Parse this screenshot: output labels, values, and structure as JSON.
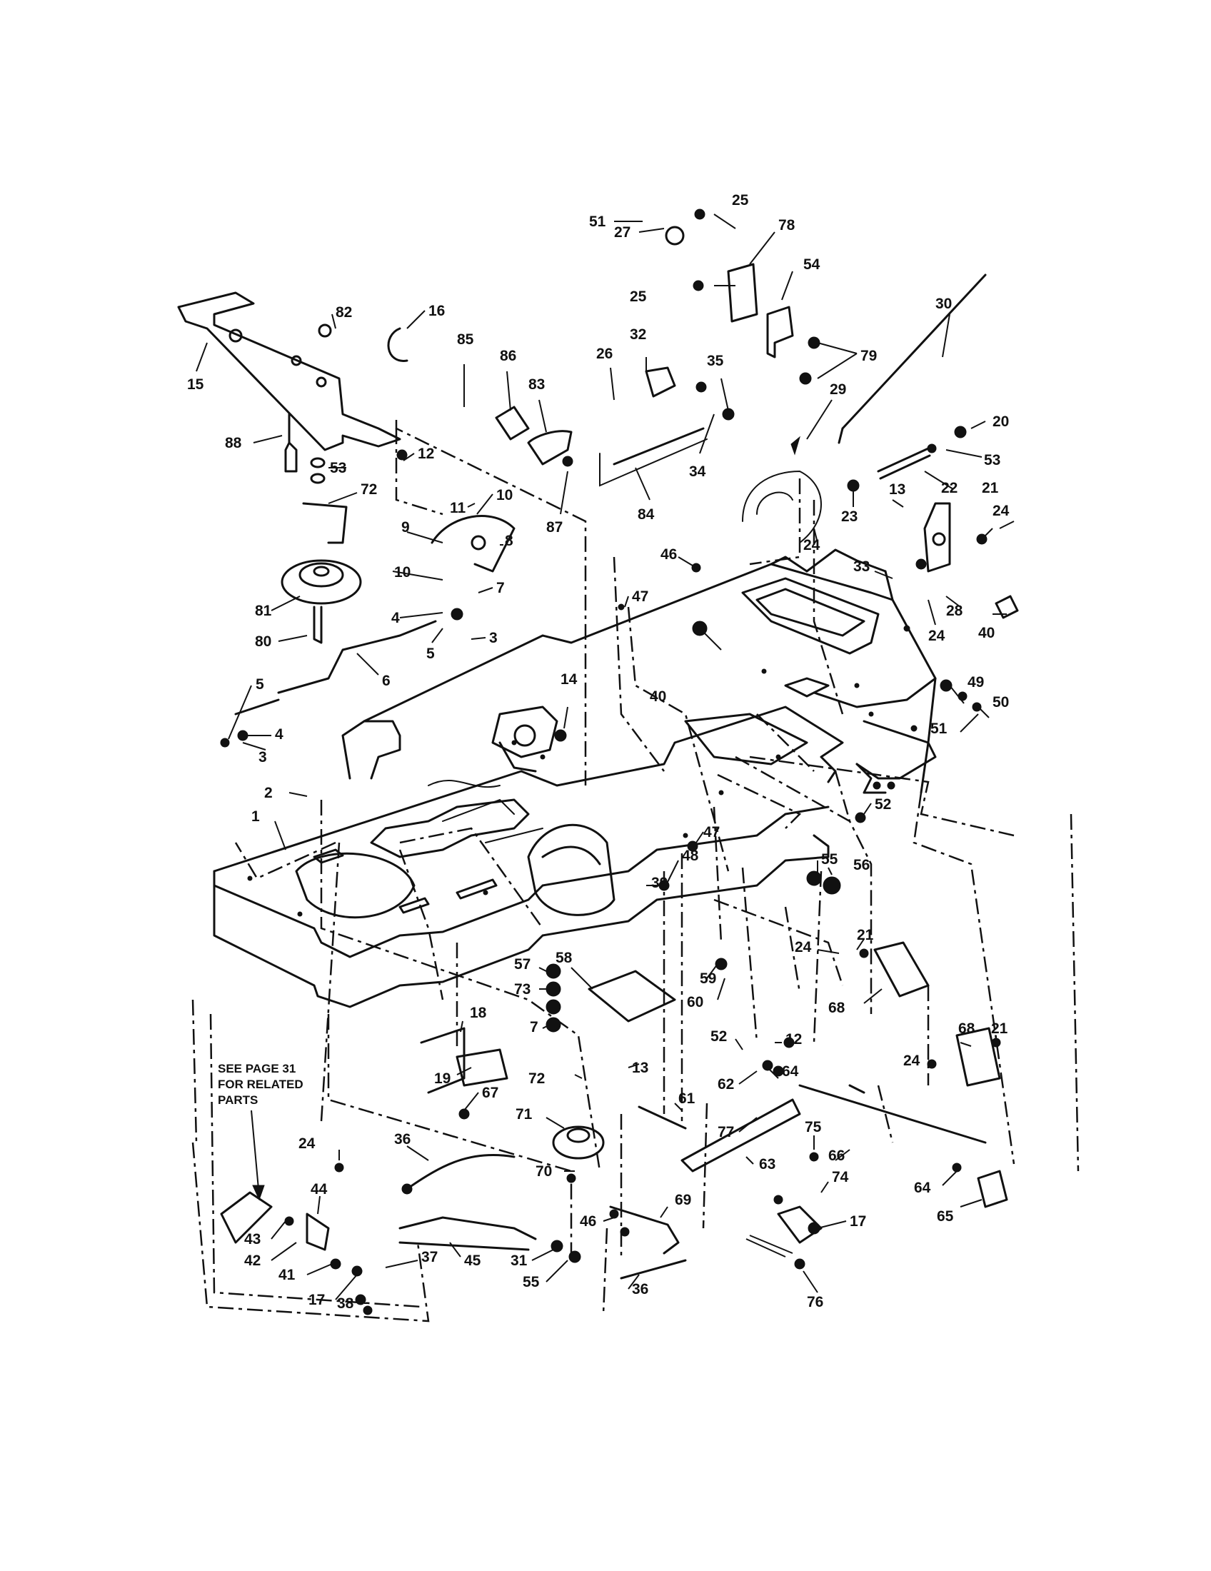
{
  "note": {
    "lines": [
      "SEE PAGE 31",
      "FOR RELATED",
      "PARTS"
    ]
  },
  "callouts": [
    {
      "n": "51"
    },
    {
      "n": "25"
    },
    {
      "n": "27"
    },
    {
      "n": "78"
    },
    {
      "n": "25"
    },
    {
      "n": "54"
    },
    {
      "n": "79"
    },
    {
      "n": "30"
    },
    {
      "n": "82"
    },
    {
      "n": "16"
    },
    {
      "n": "15"
    },
    {
      "n": "85"
    },
    {
      "n": "86"
    },
    {
      "n": "83"
    },
    {
      "n": "26"
    },
    {
      "n": "32"
    },
    {
      "n": "35"
    },
    {
      "n": "29"
    },
    {
      "n": "20"
    },
    {
      "n": "53"
    },
    {
      "n": "22"
    },
    {
      "n": "88"
    },
    {
      "n": "53"
    },
    {
      "n": "12"
    },
    {
      "n": "87"
    },
    {
      "n": "34"
    },
    {
      "n": "84"
    },
    {
      "n": "13"
    },
    {
      "n": "21"
    },
    {
      "n": "24"
    },
    {
      "n": "23"
    },
    {
      "n": "24"
    },
    {
      "n": "72"
    },
    {
      "n": "11"
    },
    {
      "n": "10"
    },
    {
      "n": "9"
    },
    {
      "n": "8"
    },
    {
      "n": "46"
    },
    {
      "n": "33"
    },
    {
      "n": "28"
    },
    {
      "n": "40"
    },
    {
      "n": "24"
    },
    {
      "n": "10"
    },
    {
      "n": "7"
    },
    {
      "n": "81"
    },
    {
      "n": "47"
    },
    {
      "n": "4"
    },
    {
      "n": "3"
    },
    {
      "n": "80"
    },
    {
      "n": "5"
    },
    {
      "n": "6"
    },
    {
      "n": "40"
    },
    {
      "n": "14"
    },
    {
      "n": "49"
    },
    {
      "n": "50"
    },
    {
      "n": "51"
    },
    {
      "n": "5"
    },
    {
      "n": "4"
    },
    {
      "n": "3"
    },
    {
      "n": "2"
    },
    {
      "n": "52"
    },
    {
      "n": "1"
    },
    {
      "n": "47"
    },
    {
      "n": "48"
    },
    {
      "n": "39"
    },
    {
      "n": "55"
    },
    {
      "n": "56"
    },
    {
      "n": "24"
    },
    {
      "n": "21"
    },
    {
      "n": "57"
    },
    {
      "n": "58"
    },
    {
      "n": "59"
    },
    {
      "n": "73"
    },
    {
      "n": "60"
    },
    {
      "n": "18"
    },
    {
      "n": "68"
    },
    {
      "n": "7"
    },
    {
      "n": "52"
    },
    {
      "n": "12"
    },
    {
      "n": "68"
    },
    {
      "n": "21"
    },
    {
      "n": "19"
    },
    {
      "n": "72"
    },
    {
      "n": "13"
    },
    {
      "n": "62"
    },
    {
      "n": "64"
    },
    {
      "n": "24"
    },
    {
      "n": "67"
    },
    {
      "n": "61"
    },
    {
      "n": "71"
    },
    {
      "n": "77"
    },
    {
      "n": "75"
    },
    {
      "n": "36"
    },
    {
      "n": "24"
    },
    {
      "n": "63"
    },
    {
      "n": "66"
    },
    {
      "n": "70"
    },
    {
      "n": "74"
    },
    {
      "n": "64"
    },
    {
      "n": "65"
    },
    {
      "n": "69"
    },
    {
      "n": "44"
    },
    {
      "n": "46"
    },
    {
      "n": "17"
    },
    {
      "n": "43"
    },
    {
      "n": "37"
    },
    {
      "n": "45"
    },
    {
      "n": "31"
    },
    {
      "n": "42"
    },
    {
      "n": "55"
    },
    {
      "n": "41"
    },
    {
      "n": "36"
    },
    {
      "n": "17"
    },
    {
      "n": "38"
    },
    {
      "n": "76"
    }
  ]
}
